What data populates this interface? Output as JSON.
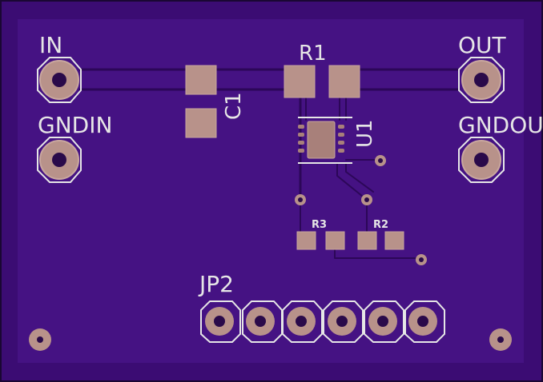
{
  "colors": {
    "board_outer": "#3b0c73",
    "board_inner": "#451283",
    "trace": "#2c0758",
    "trace_edge": "#5a1fa0",
    "pad": "#b8928a",
    "pad_edge": "#c9a79e",
    "silkscreen": "#e6e6e6",
    "chip": "#a8807a"
  },
  "labels": {
    "in": "IN",
    "gndin": "GNDIN",
    "out": "OUT",
    "gndout": "GNDOU",
    "r1": "R1",
    "c1": "C1",
    "u1": "U1",
    "r3": "R3",
    "r2": "R2",
    "jp2": "JP2"
  }
}
